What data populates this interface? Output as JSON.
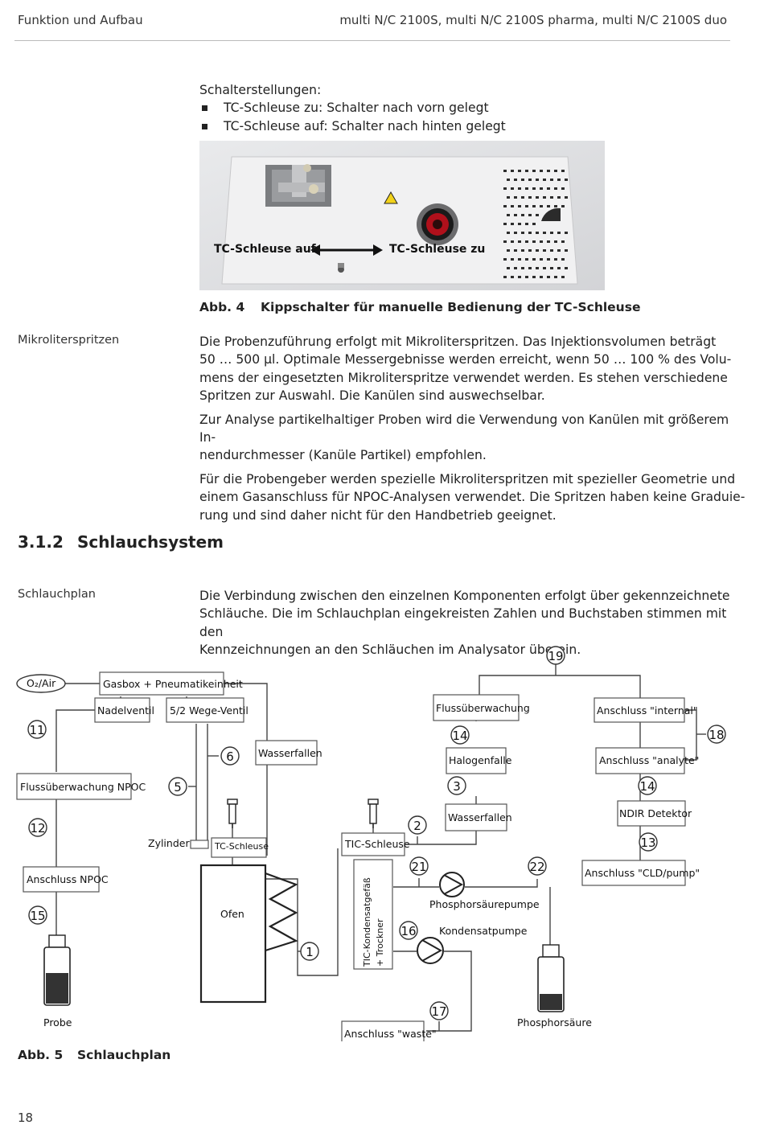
{
  "header": {
    "left": "Funktion und Aufbau",
    "right": "multi N/C 2100S, multi N/C 2100S pharma, multi N/C 2100S duo"
  },
  "switch_section": {
    "intro": "Schalterstellungen:",
    "bullets": [
      "TC-Schleuse zu: Schalter nach vorn gelegt",
      "TC-Schleuse auf: Schalter nach hinten gelegt"
    ]
  },
  "figure4": {
    "label_left": "TC-Schleuse auf",
    "label_right": "TC-Schleuse zu",
    "caption_num": "Abb. 4",
    "caption_text": "Kippschalter für manuelle Bedienung der TC-Schleuse"
  },
  "mikro": {
    "side_label": "Mikroliterspritzen",
    "paragraphs": [
      [
        "Die Probenzuführung erfolgt mit Mikroliterspritzen. Das Injektionsvolumen beträgt",
        "50 … 500 µl. Optimale Messergebnisse werden erreicht, wenn 50 … 100 % des Volu-",
        "mens der eingesetzten Mikroliterspritze verwendet werden. Es stehen verschiedene",
        "Spritzen zur Auswahl. Die Kanülen sind auswechselbar."
      ],
      [
        "Zur Analyse partikelhaltiger Proben wird die Verwendung von Kanülen mit größerem In-",
        "nendurchmesser (Kanüle Partikel) empfohlen."
      ],
      [
        "Für die Probengeber werden spezielle Mikroliterspritzen mit spezieller Geometrie und",
        "einem Gasanschluss für NPOC-Analysen verwendet. Die Spritzen haben keine Graduie-",
        "rung und sind daher nicht für den Handbetrieb geeignet."
      ]
    ]
  },
  "section": {
    "number": "3.1.2",
    "title": "Schlauchsystem"
  },
  "schlauchplan": {
    "side_label": "Schlauchplan",
    "lines": [
      "Die Verbindung zwischen den einzelnen Komponenten erfolgt über gekennzeichnete",
      "Schläuche. Die im Schlauchplan eingekreisten Zahlen und Buchstaben stimmen mit den",
      "Kennzeichnungen an den Schläuchen im Analysator überein."
    ]
  },
  "diagram": {
    "o2air": "O₂/Air",
    "gasbox": "Gasbox + Pneumatikeinheit",
    "nadelventil": "Nadelventil",
    "wegeventil": "5/2 Wege-Ventil",
    "wasserfallen_left": "Wasserfallen",
    "fluss_npoc": "Flussüberwachung NPOC",
    "anschluss_npoc": "Anschluss NPOC",
    "zylinder": "Zylinder",
    "tc_schleuse": "TC-Schleuse",
    "ofen": "Ofen",
    "probe": "Probe",
    "tic_schleuse": "TIC-Schleuse",
    "tic_kondensat_1": "TIC-Kondensatgefäß",
    "tic_kondensat_2": "+ Trockner",
    "flussueberwachung": "Flussüberwachung",
    "halogenfalle": "Halogenfalle",
    "wasserfallen_mid": "Wasserfallen",
    "phosphorsaeurepumpe": "Phosphorsäurepumpe",
    "kondensatpumpe": "Kondensatpumpe",
    "anschluss_waste": "Anschluss \"waste\"",
    "phosphorsaeure": "Phosphorsäure",
    "anschluss_internal": "Anschluss \"internal\"",
    "anschluss_analyte": "Anschluss \"analyte\"",
    "ndir": "NDIR Detektor",
    "anschluss_cld": "Anschluss \"CLD/pump\"",
    "numbers": {
      "n1": "1",
      "n2": "2",
      "n3": "3",
      "n5": "5",
      "n6": "6",
      "n11": "11",
      "n12": "12",
      "n13": "13",
      "n14a": "14",
      "n14b": "14",
      "n15": "15",
      "n16": "16",
      "n17": "17",
      "n18": "18",
      "n19": "19",
      "n21": "21",
      "n22": "22"
    }
  },
  "figure5": {
    "caption_num": "Abb. 5",
    "caption_text": "Schlauchplan"
  },
  "page_number": "18"
}
